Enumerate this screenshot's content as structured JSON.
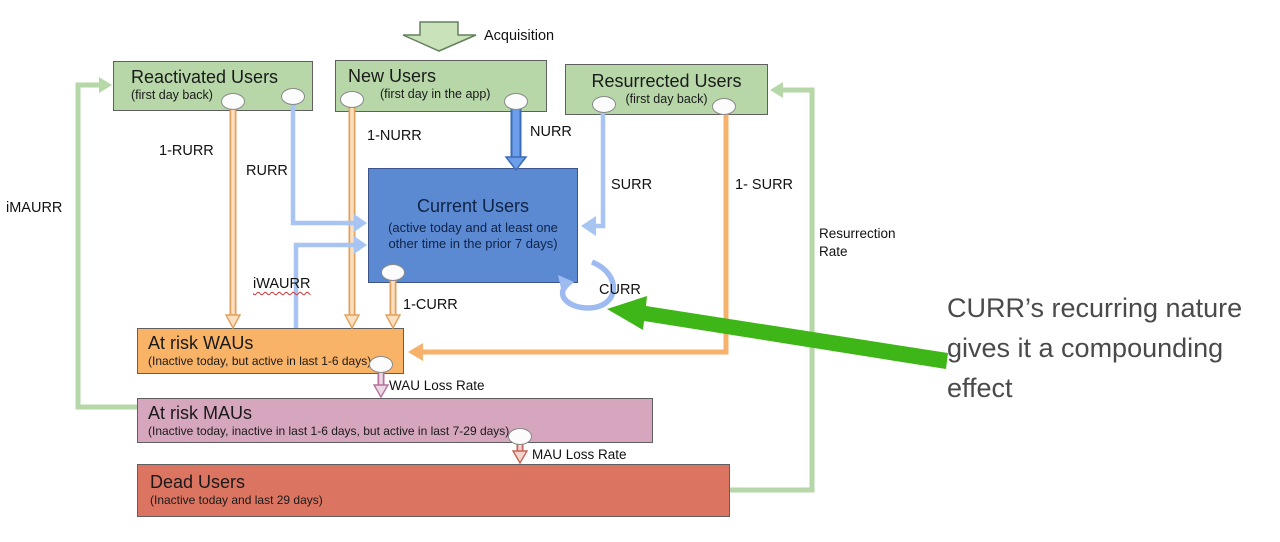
{
  "diagram": {
    "acquisition_label": "Acquisition",
    "boxes": {
      "reactivated": {
        "title": "Reactivated Users",
        "subtitle": "(first day back)"
      },
      "new_users": {
        "title": "New Users",
        "subtitle": "(first day in the app)"
      },
      "resurrected": {
        "title": "Resurrected Users",
        "subtitle": "(first day back)"
      },
      "current": {
        "title": "Current Users",
        "subtitle_line1": "(active today and at least one",
        "subtitle_line2": "other time in the prior 7 days)"
      },
      "at_risk_waus": {
        "title": "At risk WAUs",
        "subtitle": "(Inactive today, but active in last 1-6 days)"
      },
      "at_risk_maus": {
        "title": "At risk MAUs",
        "subtitle": "(Inactive today, inactive in last 1-6 days, but active in last 7-29 days)"
      },
      "dead_users": {
        "title": "Dead Users",
        "subtitle": "(Inactive today and last 29 days)"
      }
    },
    "edge_labels": {
      "imaurr": "iMAURR",
      "one_minus_rurr": "1-RURR",
      "rurr": "RURR",
      "one_minus_nurr": "1-NURR",
      "nurr": "NURR",
      "surr": "SURR",
      "one_minus_surr": "1- SURR",
      "iwaurr": "iWAURR",
      "one_minus_curr": "1-CURR",
      "curr": "CURR",
      "wau_loss_rate": "WAU Loss Rate",
      "mau_loss_rate": "MAU Loss Rate",
      "resurrection_rate_line1": "Resurrection",
      "resurrection_rate_line2": "Rate"
    },
    "annotation": {
      "line1": "CURR’s recurring nature",
      "line2": "gives it a compounding",
      "line3": "effect"
    },
    "colors": {
      "box_green": "#b7d7a9",
      "box_blue": "#5c8ad2",
      "box_orange": "#f9b367",
      "box_pink": "#d5a6bd",
      "box_red": "#db7460",
      "arrow_light_blue": "#a7c4f2",
      "arrow_blue": "#6d9eeb",
      "arrow_orange": "#f6b26b",
      "pipe_orange": "#e2a05e",
      "pipe_mauve": "#b5739c",
      "pipe_red": "#c96456",
      "line_green": "#b6d7a8",
      "annotation_arrow_green": "#3fb618",
      "annotation_text": "#4a4a4a"
    }
  }
}
